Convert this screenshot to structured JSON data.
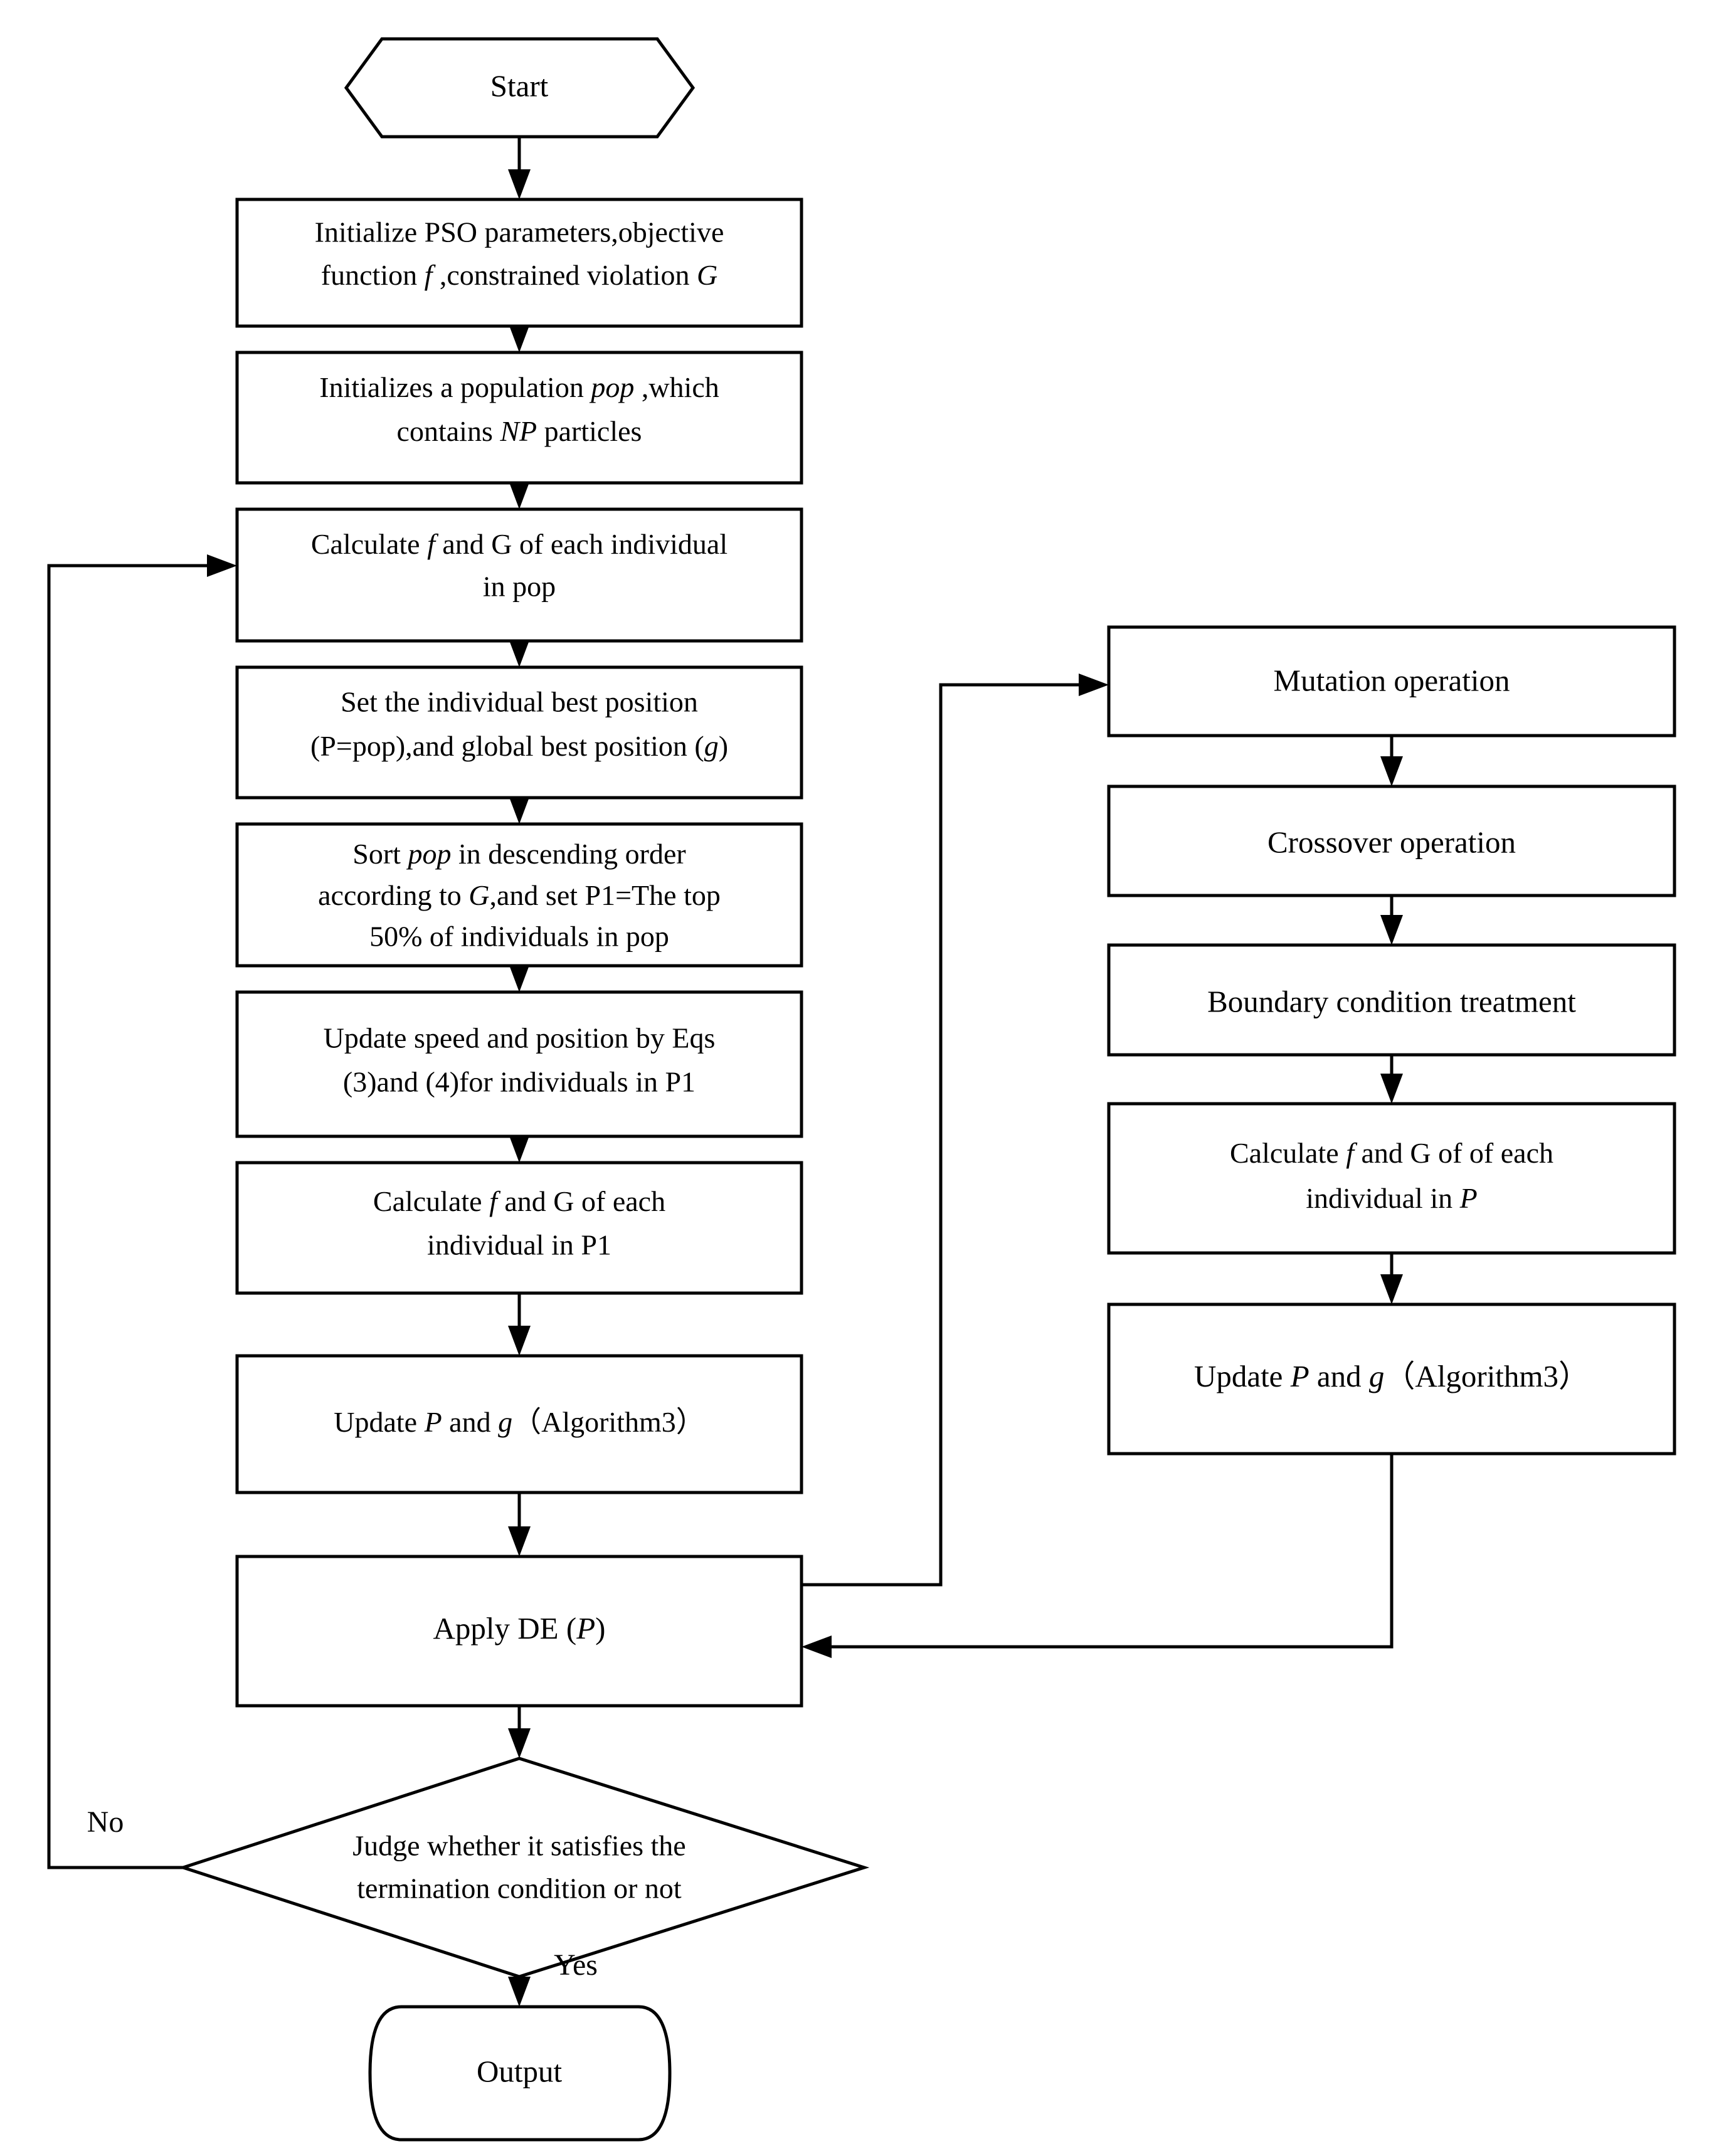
{
  "diagram": {
    "title": "PSO-DE hybrid algorithm flowchart",
    "colors": {
      "stroke": "#000000",
      "fill": "#ffffff",
      "text": "#000000"
    },
    "nodes": {
      "start": {
        "label": "Start",
        "shape": "hexagon"
      },
      "init_pso": {
        "line1": "Initialize PSO parameters,objective",
        "line2_a": "function ",
        "line2_i1": "f",
        "line2_b": " ,constrained violation ",
        "line2_i2": "G",
        "shape": "rect"
      },
      "init_pop": {
        "line1_a": "Initializes a population ",
        "line1_i": "pop",
        "line1_b": " ,which",
        "line2_a": "contains ",
        "line2_i": "NP",
        "line2_b": " particles",
        "shape": "rect"
      },
      "calc_pop": {
        "line1_a": "Calculate ",
        "line1_i": "f",
        "line1_b": " and G of each individual",
        "line2": "in  pop",
        "shape": "rect"
      },
      "set_best": {
        "line1": "Set the individual best position",
        "line2_a": "(P=pop),and global best position (",
        "line2_i": "g",
        "line2_b": ")",
        "shape": "rect"
      },
      "sort_pop": {
        "line1_a": "Sort ",
        "line1_i": "pop",
        "line1_b": " in descending order",
        "line2_a": "according to ",
        "line2_i": "G",
        "line2_b": ",and set P1=The top",
        "line3": "50% of individuals in pop",
        "shape": "rect"
      },
      "update_speed": {
        "line1": "Update speed and position by Eqs",
        "line2": "(3)and (4)for individuals in P1",
        "shape": "rect"
      },
      "calc_p1": {
        "line1_a": "Calculate  ",
        "line1_i": "f",
        "line1_b": " and G  of  each",
        "line2": "individual in  P1",
        "shape": "rect"
      },
      "update_pg_left": {
        "line_a": "Update ",
        "line_i1": "P",
        "line_b": " and ",
        "line_i2": "g",
        "line_c": "（Algorithm3）",
        "shape": "rect"
      },
      "apply_de": {
        "line_a": "Apply DE (",
        "line_i": "P",
        "line_b": ")",
        "shape": "rect"
      },
      "decision": {
        "line1": "Judge whether it satisfies the",
        "line2": "termination condition or not",
        "shape": "diamond"
      },
      "output": {
        "label": "Output",
        "shape": "rounded-barrel"
      },
      "mutation": {
        "label": "Mutation operation",
        "shape": "rect"
      },
      "crossover": {
        "label": "Crossover operation",
        "shape": "rect"
      },
      "boundary": {
        "label": "Boundary condition treatment",
        "shape": "rect"
      },
      "calc_p": {
        "line1_a": "Calculate  ",
        "line1_i": "f",
        "line1_b": " and G  of  of each",
        "line2_a": "individual in  ",
        "line2_i": "P",
        "shape": "rect"
      },
      "update_pg_right": {
        "line_a": "Update ",
        "line_i1": "P",
        "line_b": " and ",
        "line_i2": "g",
        "line_c": "（Algorithm3）",
        "shape": "rect"
      }
    },
    "edge_labels": {
      "no": "No",
      "yes": "Yes"
    }
  }
}
